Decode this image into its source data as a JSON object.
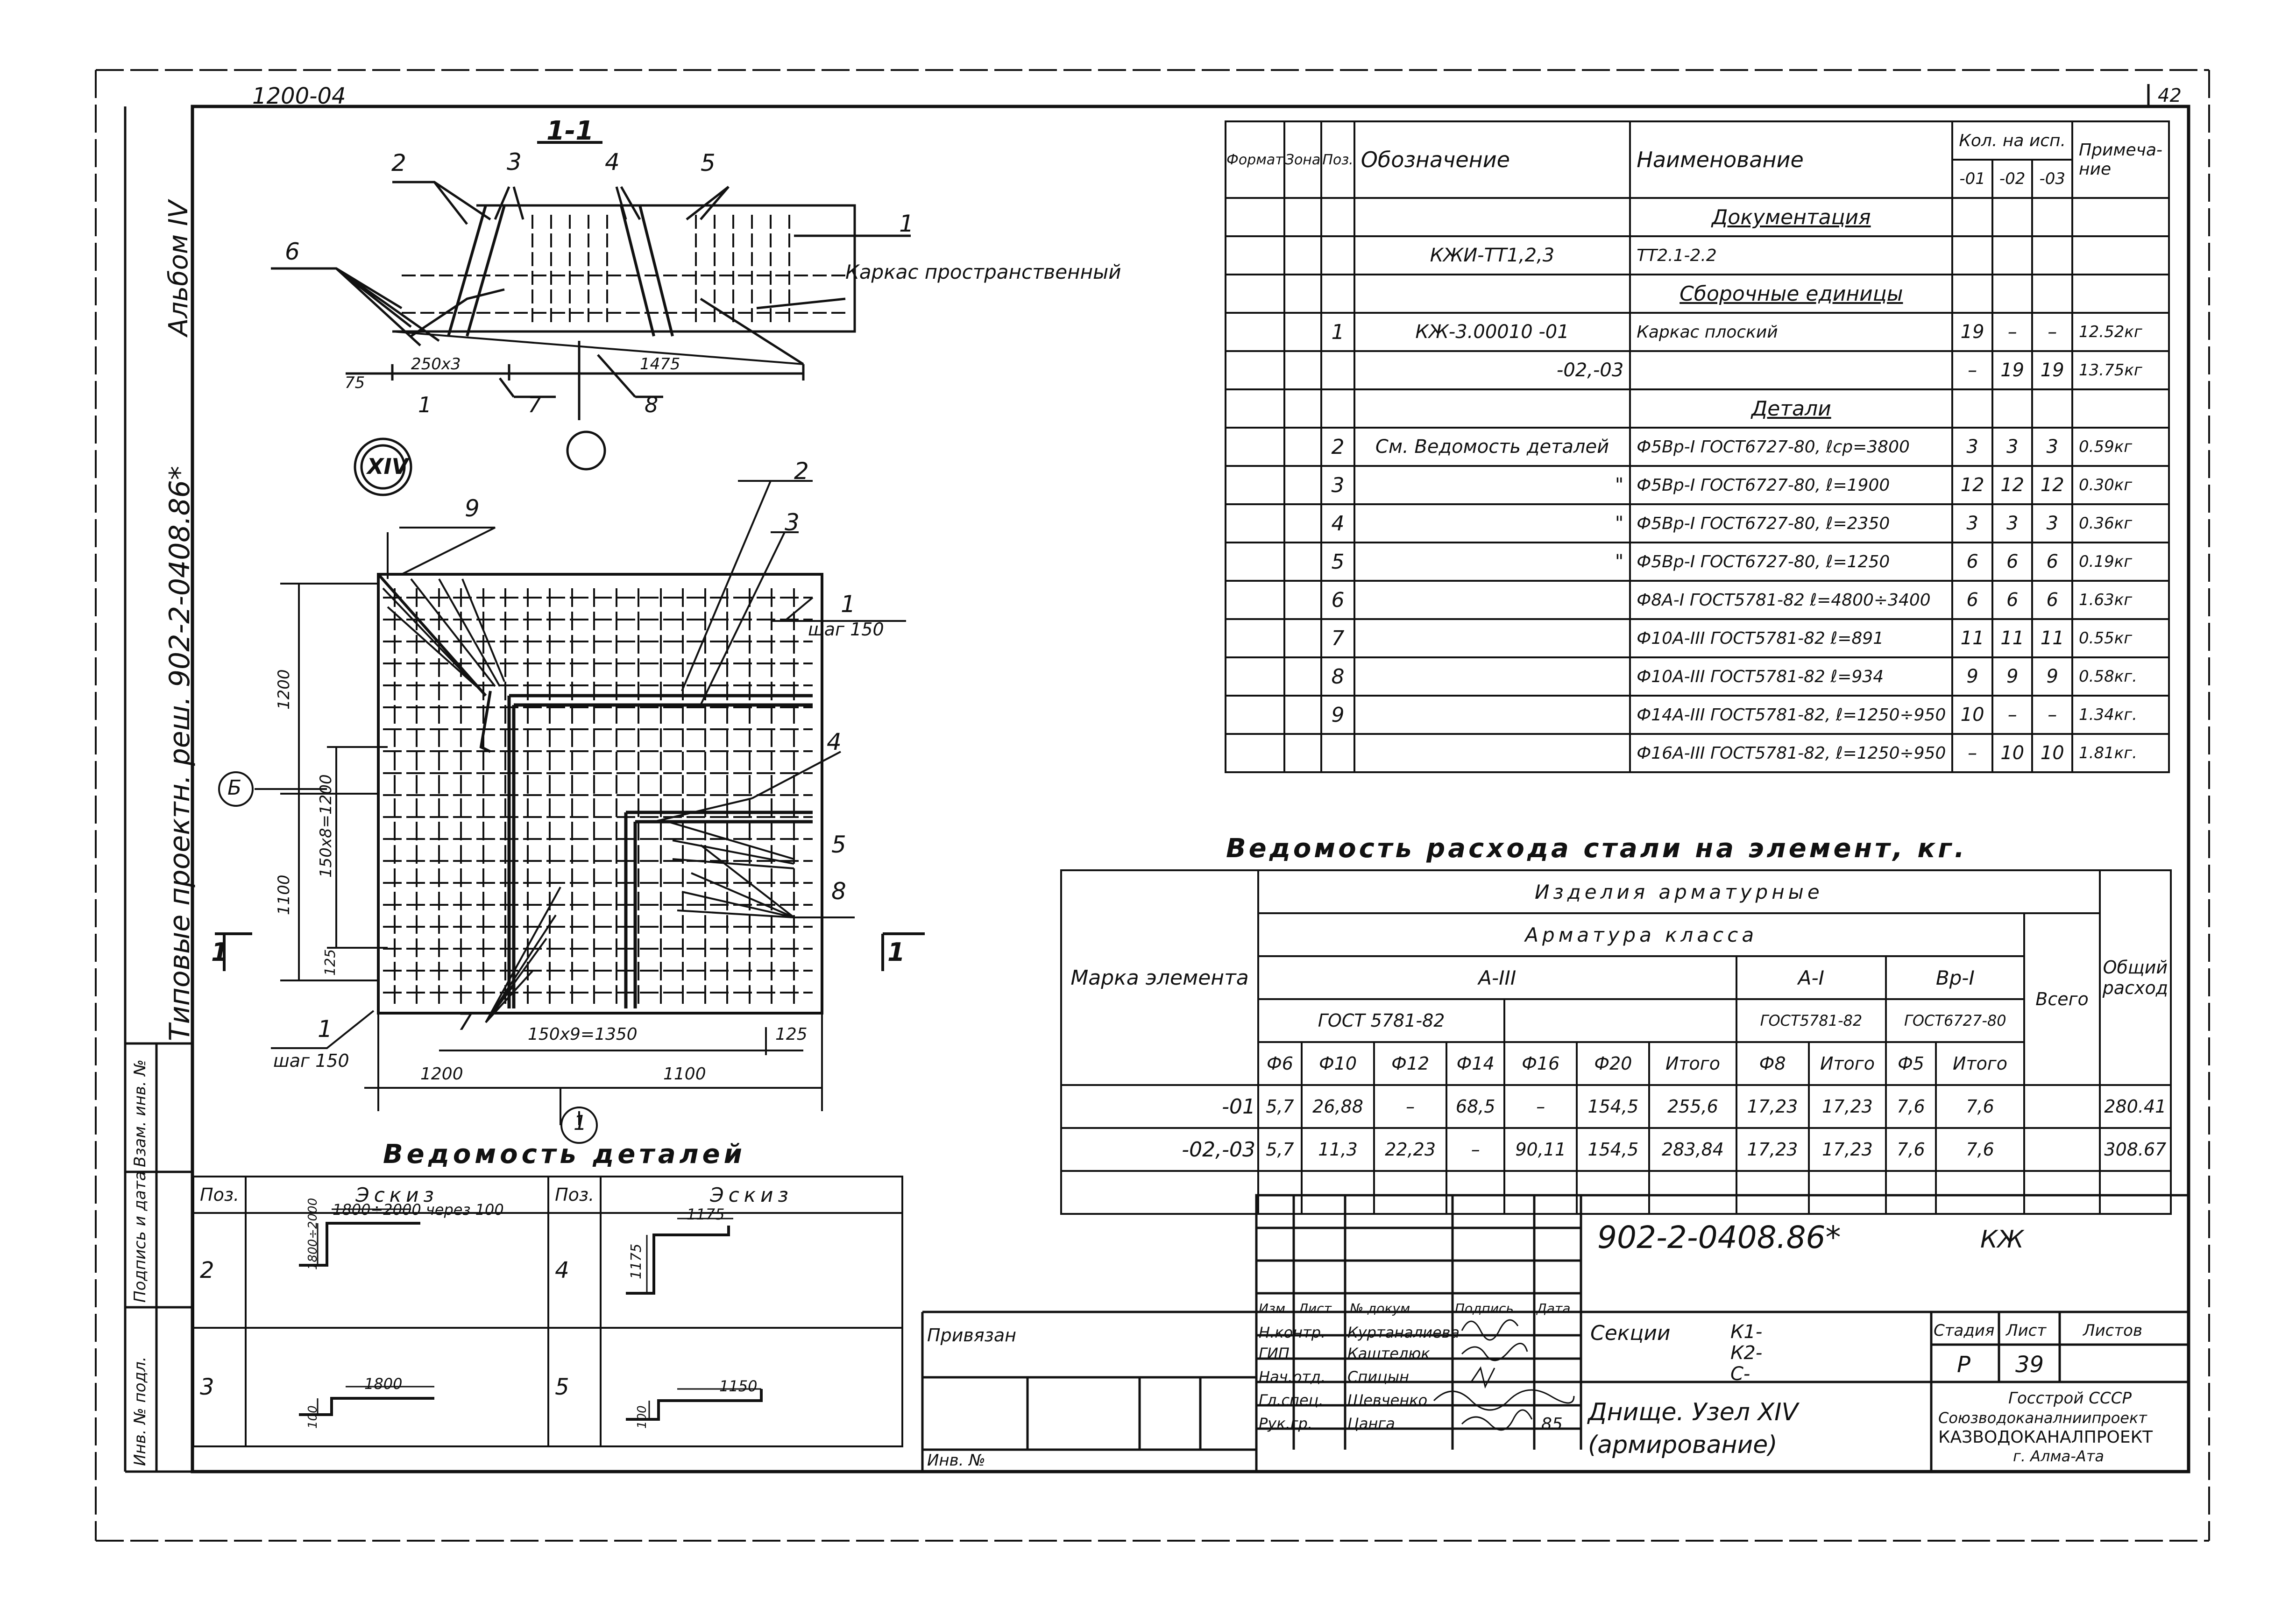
{
  "header": {
    "code_top_left": "1200-04",
    "page_number": "42"
  },
  "side_labels": {
    "album": "Альбом IV",
    "project": "Типовые проектн. реш. 902-2-0408.86*",
    "inv_no": "Инв. № подл.",
    "sign_date": "Подпись и дата",
    "replace_inv": "Взам. инв. №"
  },
  "drawing": {
    "section_title": "1-1",
    "frame_label": "Каркас пространственный",
    "node_mark": "XIV",
    "dims_section": [
      "75",
      "250x3",
      "1475"
    ],
    "callouts_section": [
      "1",
      "2",
      "3",
      "4",
      "5",
      "6",
      "1",
      "7",
      "8"
    ],
    "plan_callouts": [
      "9",
      "2",
      "3",
      "1",
      "4",
      "5",
      "8",
      "7",
      "1"
    ],
    "step_labels": [
      "шаг 150",
      "шаг 150"
    ],
    "plan_dims": [
      "1200",
      "150x8=1200",
      "1100",
      "125",
      "150x9=1350",
      "125",
      "1200",
      "1100"
    ],
    "axis_b": "Б",
    "axis_1": "1",
    "section_marks": [
      "1",
      "1"
    ]
  },
  "spec_table": {
    "headers": {
      "format": "Формат",
      "zone": "Зона",
      "pos": "Поз.",
      "designation": "Обозначение",
      "name": "Наименование",
      "qty": "Кол. на исп.",
      "qty_cols": [
        "-01",
        "-02",
        "-03"
      ],
      "note": "Примеча-ние"
    },
    "rows": [
      {
        "pos": "",
        "designation": "",
        "name": "Документация",
        "q1": "",
        "q2": "",
        "q3": "",
        "note": ""
      },
      {
        "pos": "",
        "designation": "КЖИ-ТТ1,2,3",
        "name": "ТТ2.1-2.2",
        "q1": "",
        "q2": "",
        "q3": "",
        "note": ""
      },
      {
        "pos": "",
        "designation": "",
        "name": "Сборочные единицы",
        "q1": "",
        "q2": "",
        "q3": "",
        "note": ""
      },
      {
        "pos": "1",
        "designation": "КЖ-3.00010 -01",
        "name": "Каркас плоский",
        "q1": "19",
        "q2": "–",
        "q3": "–",
        "note": "12.52кг"
      },
      {
        "pos": "",
        "designation": "-02,-03",
        "name": "",
        "q1": "–",
        "q2": "19",
        "q3": "19",
        "note": "13.75кг"
      },
      {
        "pos": "",
        "designation": "",
        "name": "Детали",
        "q1": "",
        "q2": "",
        "q3": "",
        "note": ""
      },
      {
        "pos": "2",
        "designation": "См. Ведомость деталей",
        "name": "Ф5Вр-I ГОСТ6727-80, ℓср=3800",
        "q1": "3",
        "q2": "3",
        "q3": "3",
        "note": "0.59кг"
      },
      {
        "pos": "3",
        "designation": "\"",
        "name": "Ф5Вр-I ГОСТ6727-80, ℓ=1900",
        "q1": "12",
        "q2": "12",
        "q3": "12",
        "note": "0.30кг"
      },
      {
        "pos": "4",
        "designation": "\"",
        "name": "Ф5Вр-I ГОСТ6727-80, ℓ=2350",
        "q1": "3",
        "q2": "3",
        "q3": "3",
        "note": "0.36кг"
      },
      {
        "pos": "5",
        "designation": "\"",
        "name": "Ф5Вр-I ГОСТ6727-80, ℓ=1250",
        "q1": "6",
        "q2": "6",
        "q3": "6",
        "note": "0.19кг"
      },
      {
        "pos": "6",
        "designation": "",
        "name": "Ф8А-I ГОСТ5781-82 ℓ=4800÷3400",
        "q1": "6",
        "q2": "6",
        "q3": "6",
        "note": "1.63кг"
      },
      {
        "pos": "7",
        "designation": "",
        "name": "Ф10А-III ГОСТ5781-82 ℓ=891",
        "q1": "11",
        "q2": "11",
        "q3": "11",
        "note": "0.55кг"
      },
      {
        "pos": "8",
        "designation": "",
        "name": "Ф10А-III ГОСТ5781-82 ℓ=934",
        "q1": "9",
        "q2": "9",
        "q3": "9",
        "note": "0.58кг."
      },
      {
        "pos": "9",
        "designation": "",
        "name": "Ф14А-III ГОСТ5781-82, ℓ=1250÷950",
        "q1": "10",
        "q2": "–",
        "q3": "–",
        "note": "1.34кг."
      },
      {
        "pos": "",
        "designation": "",
        "name": "Ф16А-III ГОСТ5781-82, ℓ=1250÷950",
        "q1": "–",
        "q2": "10",
        "q3": "10",
        "note": "1.81кг."
      }
    ]
  },
  "steel_table": {
    "title": "Ведомость расхода стали на элемент, кг.",
    "h_mark": "Марка элемента",
    "h_items": "Изделия арматурные",
    "h_class": "Арматура класса",
    "h_a3": "А-III",
    "h_a1": "А-I",
    "h_vr1": "Вр-I",
    "h_total": "Всего",
    "h_general": "Общий расход",
    "h_gost1": "ГОСТ 5781-82",
    "h_gost2": "ГОСТ5781-82",
    "h_gost3": "ГОСТ6727-80",
    "cols": [
      "Ф6",
      "Ф10",
      "Ф12",
      "Ф14",
      "Ф16",
      "Ф20",
      "Итого",
      "Ф8",
      "Итого",
      "Ф5",
      "Итого"
    ],
    "rows": [
      {
        "mark": "-01",
        "vals": [
          "5,7",
          "26,88",
          "–",
          "68,5",
          "–",
          "154,5",
          "255,6",
          "17,23",
          "17,23",
          "7,6",
          "7,6"
        ],
        "total": "",
        "general": "280.41"
      },
      {
        "mark": "-02,-03",
        "vals": [
          "5,7",
          "11,3",
          "22,23",
          "–",
          "90,11",
          "154,5",
          "283,84",
          "17,23",
          "17,23",
          "7,6",
          "7,6"
        ],
        "total": "",
        "general": "308.67"
      }
    ]
  },
  "details_table": {
    "title": "Ведомость деталей",
    "h_pos": "Поз.",
    "h_sketch": "Эскиз",
    "items": [
      {
        "pos": "2",
        "dims": [
          "1800÷2000 через 100",
          "1800÷2000"
        ]
      },
      {
        "pos": "4",
        "dims": [
          "1175",
          "1175"
        ]
      },
      {
        "pos": "3",
        "dims": [
          "1800",
          "100"
        ]
      },
      {
        "pos": "5",
        "dims": [
          "1150",
          "100"
        ]
      }
    ]
  },
  "title_block": {
    "doc_code": "902-2-0408.86*",
    "sheet_type": "КЖ",
    "bound_to": "Привязан",
    "inv_label": "Инв. №",
    "cols": [
      "Изм.",
      "Лист",
      "№ докум.",
      "Подпись",
      "Дата"
    ],
    "roles": [
      {
        "role": "Н.контр.",
        "name": "Куртаналиева"
      },
      {
        "role": "ГИП",
        "name": "Каштелюк"
      },
      {
        "role": "Нач.отд.",
        "name": "Спицын"
      },
      {
        "role": "Гл.спец.",
        "name": "Шевченко"
      },
      {
        "role": "Рук.гр.",
        "name": "Цанга"
      }
    ],
    "date_value": "85",
    "sections_label": "Секции",
    "sections": [
      "К1-",
      "К2-",
      "С-"
    ],
    "object_name": "Днище. Узел XIV",
    "object_sub": "(армирование)",
    "stage_h": "Стадия",
    "sheet_h": "Лист",
    "sheets_h": "Листов",
    "stage": "Р",
    "sheet": "39",
    "org_1": "Госстрой СССР",
    "org_2": "Союзводоканалниипроект",
    "org_3": "КАЗВОДОКАНАЛПРОЕКТ",
    "org_4": "г. Алма-Ата"
  }
}
